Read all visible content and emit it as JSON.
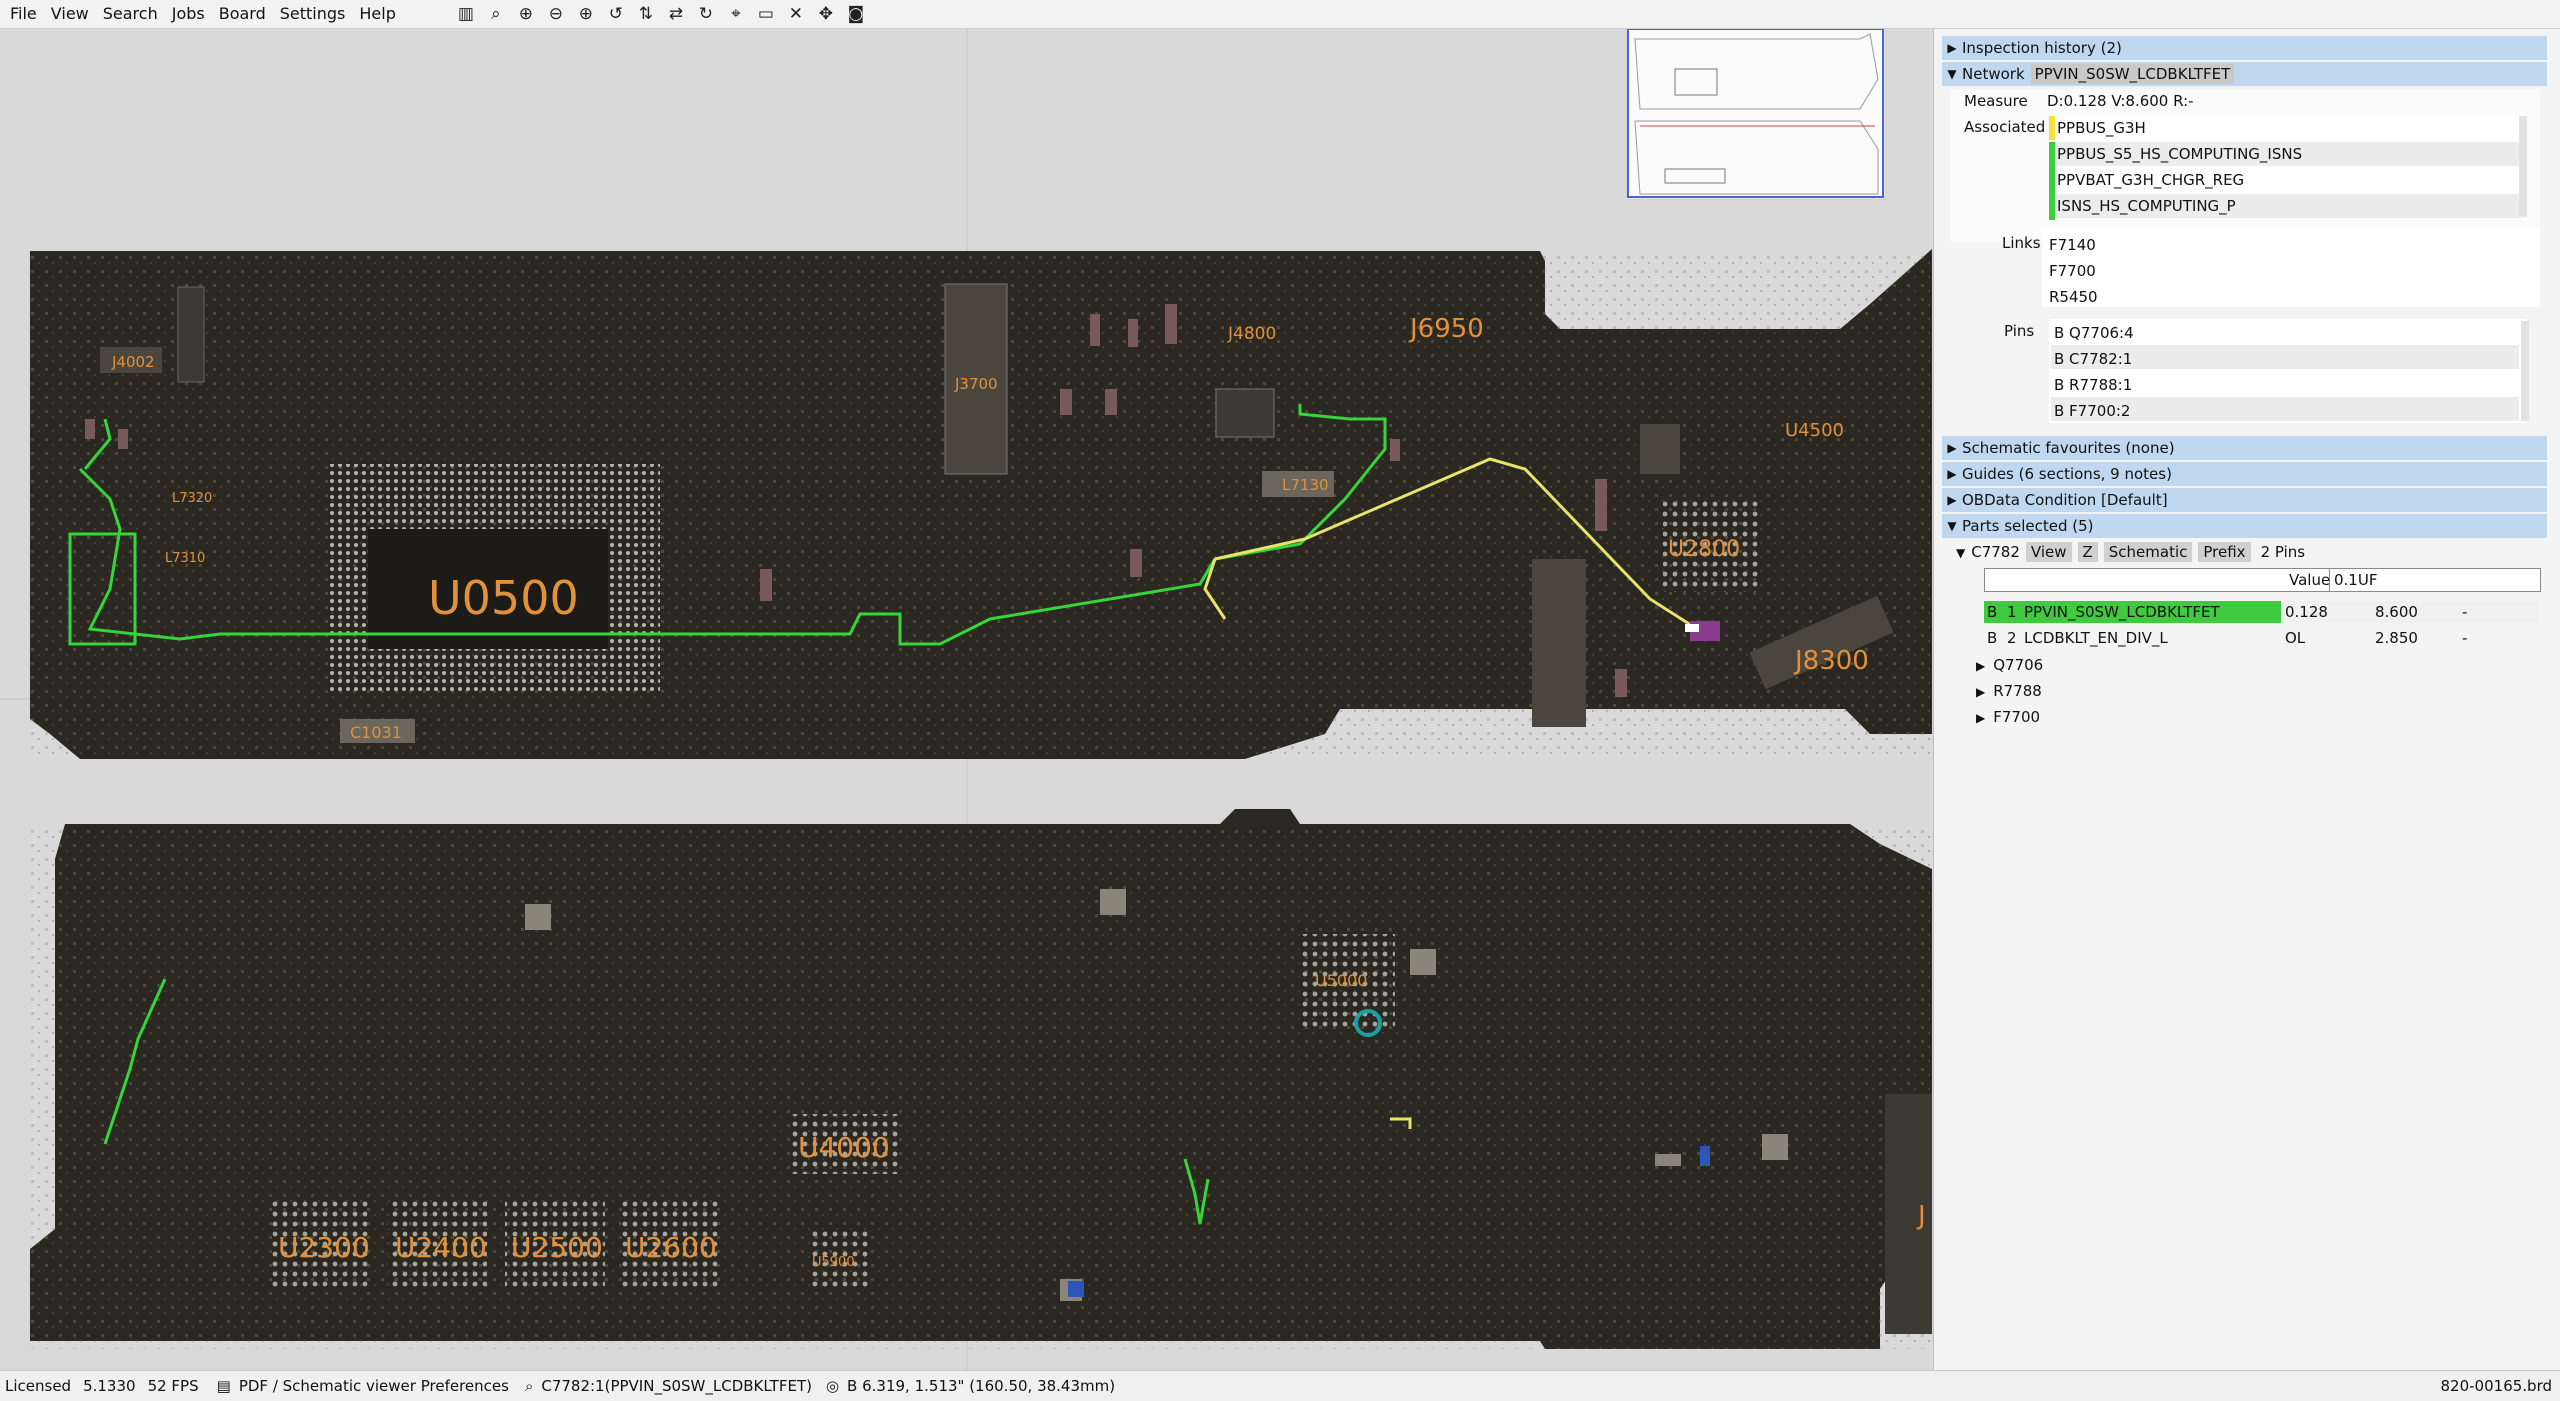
{
  "menu": [
    "File",
    "View",
    "Search",
    "Jobs",
    "Board",
    "Settings",
    "Help"
  ],
  "toolbar_icons": [
    "layers-icon",
    "zoom-fit-icon",
    "zoom-in-icon",
    "zoom-out-minus-icon",
    "zoom-in-plus-icon",
    "rotate-icon",
    "flip-vertical-icon",
    "flip-horizontal-icon",
    "rotate-cw-icon",
    "center-icon",
    "board-outline-icon",
    "clear-icon",
    "tools-icon",
    "camera-icon"
  ],
  "board_labels": {
    "u0500": "U0500",
    "j3700": "J3700",
    "j4800": "J4800",
    "j6950": "J6950",
    "j4002": "J4002",
    "l7320": "L7320",
    "l7310": "L7310",
    "l7130": "L7130",
    "u2800": "U2800",
    "u4500": "U4500",
    "j8300": "J8300",
    "c1031": "C1031",
    "u4000": "U4000",
    "u2300": "U2300",
    "u2400": "U2400",
    "u2500": "U2500",
    "u2600": "U2600",
    "u5000": "U5000",
    "u5900": "U5900",
    "j_edge": "J"
  },
  "panel": {
    "inspection": "Inspection history (2)",
    "network_label": "Network",
    "network_value": "PPVIN_S0SW_LCDBKLTFET",
    "measure_label": "Measure",
    "measure_value": "D:0.128  V:8.600  R:-",
    "associated_label": "Associated",
    "associated": [
      "PPBUS_G3H",
      "PPBUS_S5_HS_COMPUTING_ISNS",
      "PPVBAT_G3H_CHGR_REG",
      "ISNS_HS_COMPUTING_P"
    ],
    "associated_colors": [
      "#f1e33a",
      "#3ecb3e",
      "#3ecb3e",
      "#3ecb3e"
    ],
    "links_label": "Links",
    "links": [
      "F7140",
      "F7700",
      "R5450"
    ],
    "pins_label": "Pins",
    "pins": [
      "B Q7706:4",
      "B C7782:1",
      "B R7788:1",
      "B F7700:2"
    ],
    "schematic_fav": "Schematic favourites (none)",
    "guides": "Guides (6 sections, 9 notes)",
    "obdata": "OBData Condition [Default]",
    "parts_selected": "Parts selected (5)",
    "part_name": "C7782",
    "btn_view": "View",
    "btn_z": "Z",
    "btn_schematic": "Schematic",
    "btn_prefix": "Prefix",
    "pins_count": "2 Pins",
    "value_label": "Value",
    "value": "0.1UF",
    "pin_rows": [
      {
        "side": "B",
        "num": "1",
        "net": "PPVIN_S0SW_LCDBKLTFET",
        "d": "0.128",
        "v": "8.600",
        "r": "-"
      },
      {
        "side": "B",
        "num": "2",
        "net": "LCDBKLT_EN_DIV_L",
        "d": "OL",
        "v": "2.850",
        "r": "-"
      }
    ],
    "other_parts": [
      "Q7706",
      "R7788",
      "F7700"
    ]
  },
  "status": {
    "license": "Licensed",
    "version": "5.1330",
    "fps": "52 FPS",
    "prefs": "PDF / Schematic viewer Preferences",
    "selection": "C7782:1(PPVIN_S0SW_LCDBKLTFET)",
    "coords": "B 6.319, 1.513\" (160.50, 38.43mm)",
    "file": "820-00165.brd"
  },
  "colors": {
    "board": "#2b2822",
    "label": "#e2913a",
    "net_green": "#35d63a",
    "net_yellow": "#e9e36a",
    "section_bg": "#bfd8ef"
  }
}
